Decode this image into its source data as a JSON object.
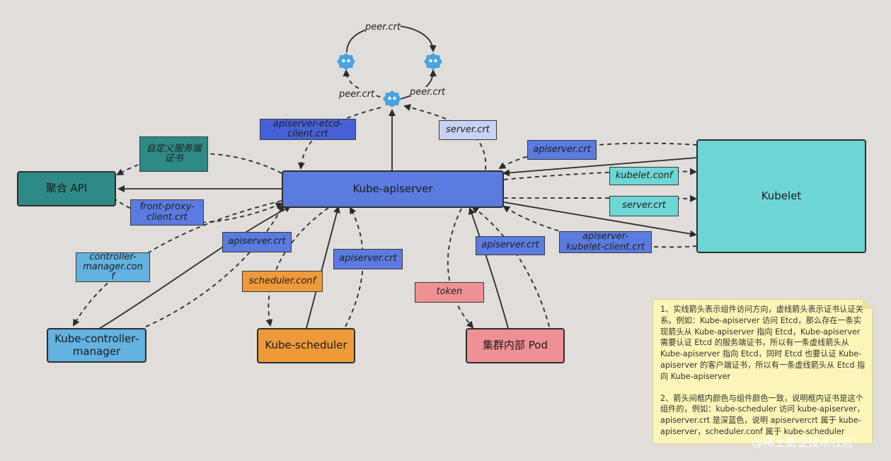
{
  "nodes": {
    "apiserver": "Kube-apiserver",
    "kubelet": "Kubelet",
    "aggregated_api": "聚合 API",
    "controller_manager": "Kube-controller-\nmanager",
    "scheduler": "Kube-scheduler",
    "pod": "集群内部 Pod"
  },
  "cert_labels": {
    "peer_top": "peer.crt",
    "peer_left": "peer.crt",
    "peer_right": "peer.crt",
    "apiserver_etcd_client": "apiserver-etcd-\nclient.crt",
    "etcd_server": "server.crt",
    "custom_service_cert": "自定义服务端\n证书",
    "front_proxy_client": "front-proxy-\nclient.crt",
    "kubelet_apiserver": "apiserver.crt",
    "kubelet_conf": "kubelet.conf",
    "kubelet_server": "server.crt",
    "apiserver_kubelet_client": "apiserver-\nkubelet-client.crt",
    "controller_manager_conf": "controller-\nmanager.con\nf",
    "cm_apiserver": "apiserver.crt",
    "scheduler_conf": "scheduler.conf",
    "scheduler_apiserver": "apiserver.crt",
    "token": "token",
    "pod_apiserver": "apiserver.crt"
  },
  "note": {
    "para1": "1、实线箭头表示组件访问方向，虚线箭头表示证书认证关系。例如：Kube-apiserver 访问 Etcd，那么存在一条实现箭头从 Kube-apiserver 指向 Etcd，Kube-apiserver 需要认证 Etcd 的服务端证书，所以有一条虚线箭头从 Kube-apiserver 指向 Etcd，同时 Etcd 也要认证 Kube-apiserver 的客户端证书，所以有一条虚线箭头从 Etcd 指向 Kube-apiserver",
    "para2": "2、箭头间框内颜色与组件颜色一致，说明框内证书是这个组件的，例如：kube-scheduler 访问 kube-apiserver，apiserver.crt 是深蓝色，说明 apiservercrt 属于 kube-apiserver，scheduler.conf 属于 kube-scheduler"
  },
  "watermark": "@稀土掘金技术社区",
  "colors": {
    "background": "#e0ddda",
    "apiserver": "#5b7be0",
    "apiserver_dark": "#4661d8",
    "kubelet": "#6fd6d6",
    "aggregated_api": "#2e8a86",
    "controller_manager": "#63b2e0",
    "scheduler": "#ef9a3a",
    "pod": "#ef9194",
    "etcd_server_label": "#c9d2f3",
    "etcd_icon": "#4aa3df",
    "note": "#fbf6b7"
  },
  "icons": [
    "etcd-icon-left",
    "etcd-icon-right",
    "etcd-icon-center"
  ]
}
